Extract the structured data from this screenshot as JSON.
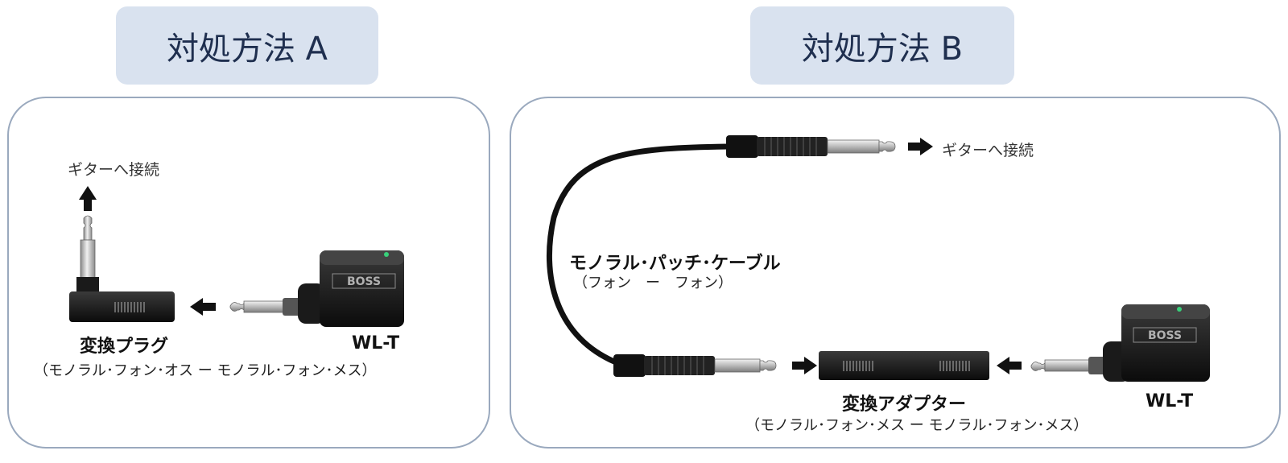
{
  "method_a": {
    "title": "対処方法 A",
    "connect_to_guitar": "ギターへ接続",
    "plug_name": "変換プラグ",
    "plug_spec": "（モノラル･フォン･オス ー モノラル･フォン･メス）",
    "device_name": "WL-T",
    "device_brand": "BOSS"
  },
  "method_b": {
    "title": "対処方法 B",
    "connect_to_guitar": "ギターへ接続",
    "cable_name": "モノラル･パッチ･ケーブル",
    "cable_spec": "（フォン　ー　フォン）",
    "adapter_name": "変換アダプター",
    "adapter_spec": "（モノラル･フォン･メス ー モノラル･フォン･メス）",
    "device_name": "WL-T",
    "device_brand": "BOSS"
  },
  "colors": {
    "tab_bg": "#d9e2ef",
    "panel_border": "#9aa9be",
    "led": "#38d07a"
  }
}
